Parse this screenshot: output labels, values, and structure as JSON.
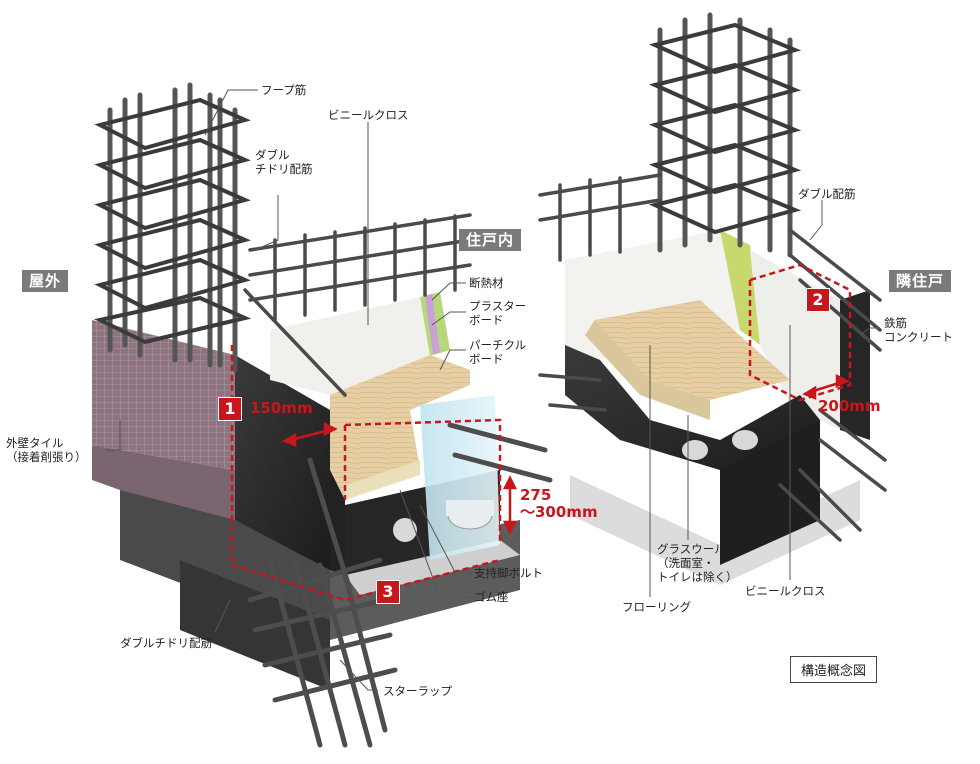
{
  "tags": {
    "outside": "屋外",
    "inside": "住戸内",
    "neighbor": "隣住戸"
  },
  "labels": {
    "hoop": "フープ筋",
    "double_staggered": "ダブル\nチドリ配筋",
    "vinyl_cross_top": "ビニールクロス",
    "insulation": "断熱材",
    "plaster_board": "プラスター\nボード",
    "particle_board": "パーチクル\nボード",
    "double_rebar": "ダブル配筋",
    "rc": "鉄筋\nコンクリート",
    "exterior_tile": "外壁タイル\n（接着剤張り）",
    "support_bolt": "支持脚ボルト",
    "rubber_seat": "ゴム座",
    "double_staggered_bottom": "ダブルチドリ配筋",
    "stirrup": "スターラップ",
    "glass_wool": "グラスウール\n（洗面室・\nトイレは除く）",
    "flooring": "フローリング",
    "vinyl_cross_right": "ビニールクロス"
  },
  "markers": {
    "m1": "1",
    "m2": "2",
    "m3": "3"
  },
  "dimensions": {
    "d150": "150mm",
    "d200": "200mm",
    "d275": "275\n～300mm"
  },
  "legend": "構造概念図",
  "colors": {
    "accent": "#c8161d",
    "tag_bg": "#7a7a7a",
    "concrete": "#2b2b2b",
    "tile": "#8a6f78"
  }
}
